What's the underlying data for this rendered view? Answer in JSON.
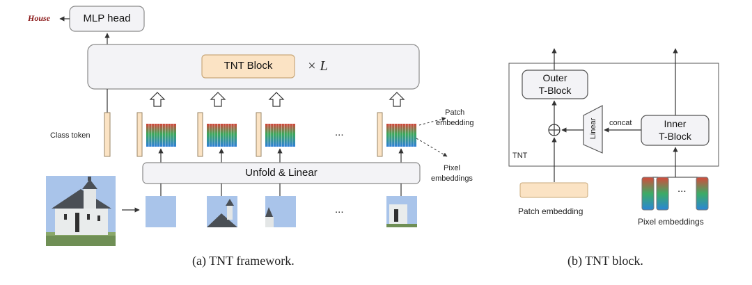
{
  "framework": {
    "output_label": "House",
    "mlp_head": "MLP head",
    "tnt_block": "TNT Block",
    "repeat": "× L",
    "class_token": "Class token",
    "patch_embedding": "Patch\nembedding",
    "pixel_embeddings": "Pixel\nembeddings",
    "unfold_linear": "Unfold & Linear",
    "ellipsis": "...",
    "caption": "(a) TNT framework."
  },
  "block": {
    "outer": "Outer\nT-Block",
    "inner": "Inner\nT-Block",
    "linear": "Linear",
    "concat": "concat",
    "tnt": "TNT",
    "patch_embedding": "Patch embedding",
    "pixel_embeddings": "Pixel embeddings",
    "ellipsis": "...",
    "caption": "(b) TNT block."
  },
  "colors": {
    "box_fill": "#f3f3f6",
    "box_stroke": "#8a8a8a",
    "tnt_block_fill": "#fbe3c4",
    "token_fill": "#fbe3c4",
    "output_label": "#8b1a1a",
    "sky": "#a9c4ea"
  }
}
